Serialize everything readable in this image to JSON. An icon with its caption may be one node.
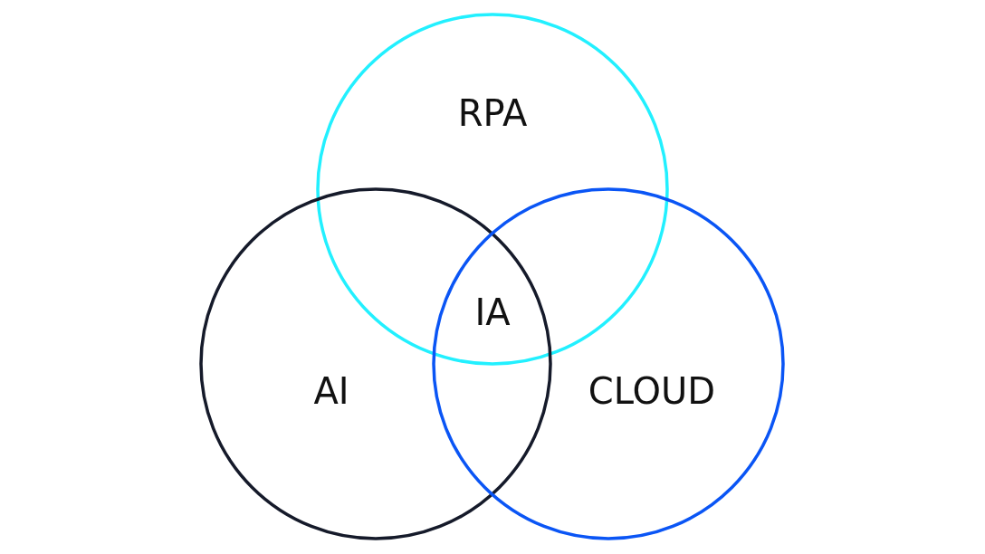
{
  "diagram": {
    "nodes": [
      {
        "text": [
          "RPA"
        ]
      },
      {
        "text": [
          "AI"
        ]
      },
      {
        "text": [
          "CLOUD"
        ]
      }
    ],
    "labels": [
      "IA"
    ]
  }
}
